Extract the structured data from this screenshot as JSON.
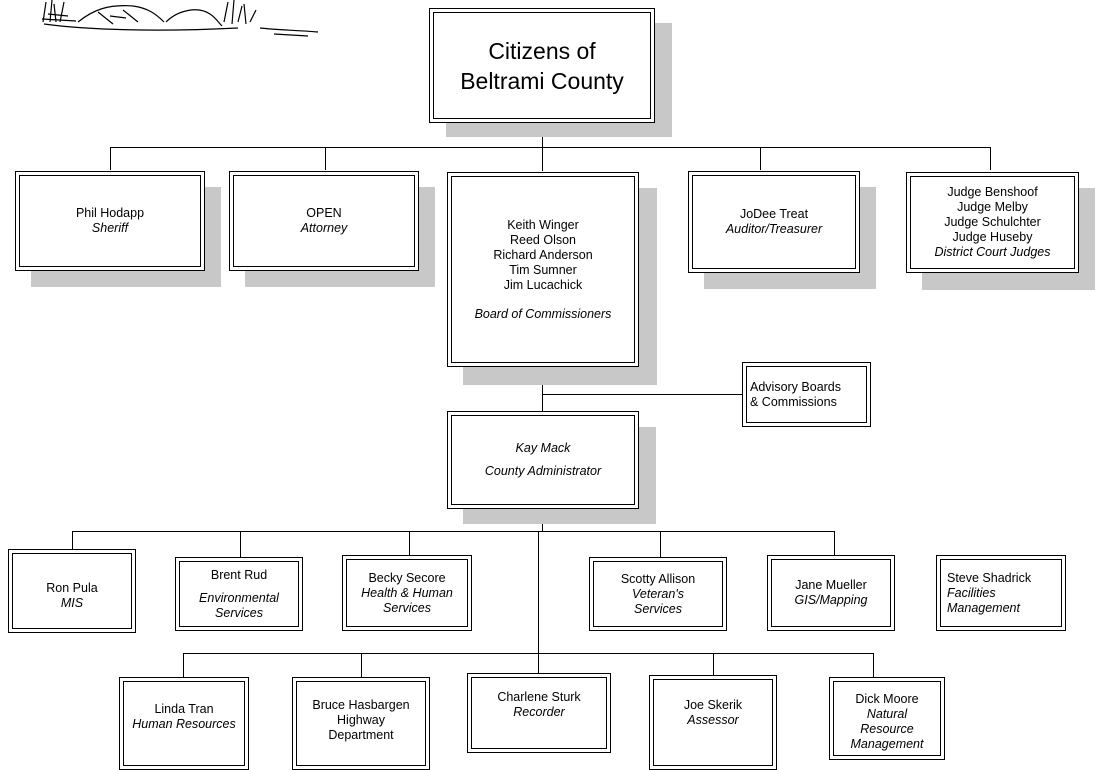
{
  "citizens": {
    "line1": "Citizens of",
    "line2": "Beltrami County"
  },
  "elected": [
    {
      "id": "sheriff",
      "name": "Phil Hodapp",
      "title": "Sheriff"
    },
    {
      "id": "attorney",
      "name": "OPEN",
      "title": "Attorney"
    },
    {
      "id": "auditor",
      "name": "JoDee Treat",
      "title": "Auditor/Treasurer"
    }
  ],
  "commissioners": {
    "names": [
      "Keith Winger",
      "Reed Olson",
      "Richard Anderson",
      "Tim Sumner",
      "Jim Lucachick"
    ],
    "title": "Board of Commissioners"
  },
  "judges": {
    "names": [
      "Judge Benshoof",
      "Judge Melby",
      "Judge Schulchter",
      "Judge Huseby"
    ],
    "title": "District Court Judges"
  },
  "advisory": {
    "line1": "Advisory Boards",
    "line2": "& Commissions"
  },
  "administrator": {
    "name": "Kay Mack",
    "title": "County Administrator"
  },
  "departments_row1": [
    {
      "id": "mis",
      "name": "Ron Pula",
      "title": "MIS"
    },
    {
      "id": "environmental",
      "name": "Brent Rud",
      "title": "Environmental Services"
    },
    {
      "id": "health",
      "name": "Becky Secore",
      "title": "Health & Human Services"
    },
    {
      "id": "veterans",
      "name": "Scotty Allison",
      "title": "Veteran's Services"
    },
    {
      "id": "gis",
      "name": "Jane Mueller",
      "title": "GIS/Mapping"
    },
    {
      "id": "facilities",
      "name": "Steve Shadrick",
      "title": "Facilities Management"
    }
  ],
  "departments_row2": [
    {
      "id": "hr",
      "name": "Linda Tran",
      "title": "Human Resources"
    },
    {
      "id": "highway",
      "name": "Bruce Hasbargen",
      "title": "Highway Department"
    },
    {
      "id": "recorder",
      "name": "Charlene Sturk",
      "title": "Recorder"
    },
    {
      "id": "assessor",
      "name": "Joe Skerik",
      "title": "Assessor"
    },
    {
      "id": "nrm",
      "name": "Dick Moore",
      "title": "Natural Resource Management"
    }
  ]
}
